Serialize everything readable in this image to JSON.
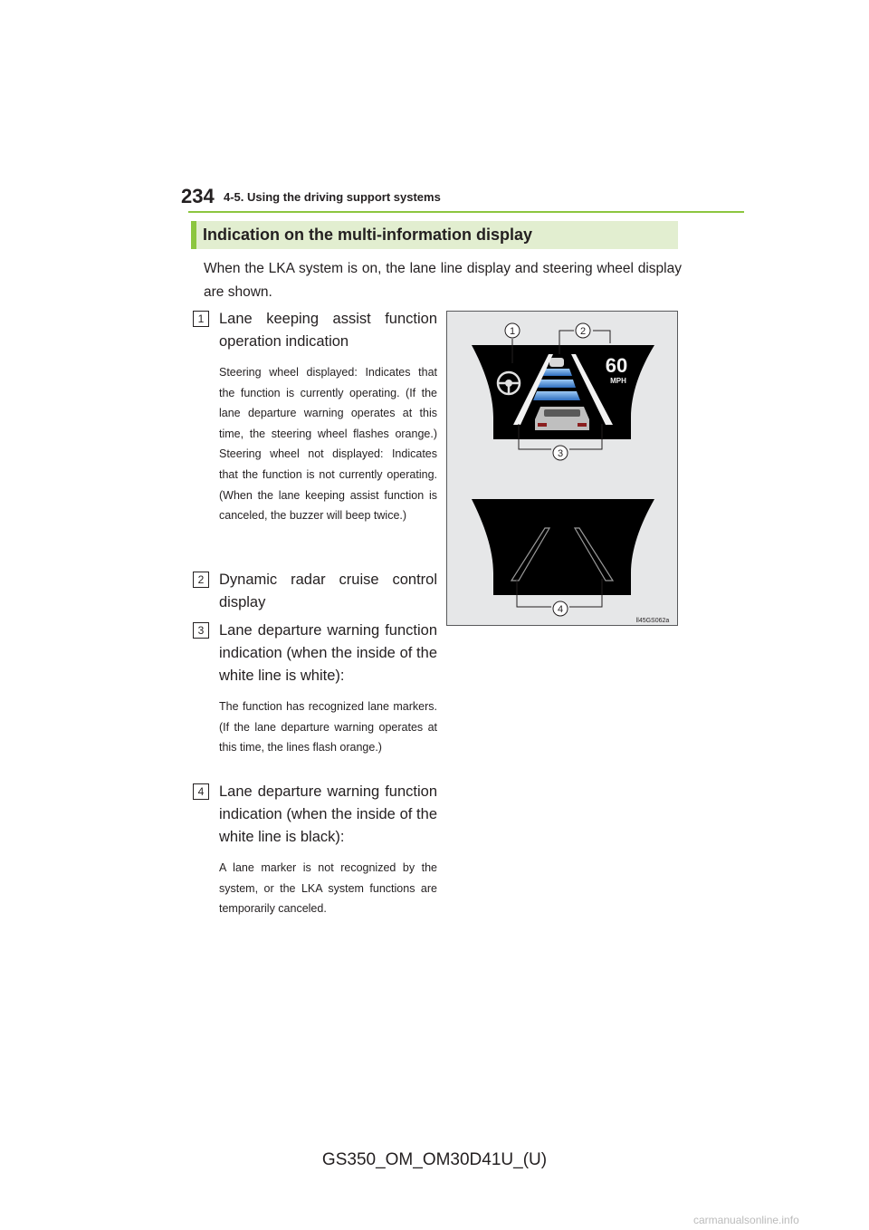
{
  "header": {
    "page_number": "234",
    "chapter": "4-5. Using the driving support systems"
  },
  "section": {
    "title": "Indication on the multi-information display"
  },
  "intro": "When the LKA system is on, the lane line display and steering wheel display are shown.",
  "items": [
    {
      "number": "1",
      "heading": "Lane keeping assist function operation indication",
      "description": "Steering wheel displayed: Indicates that the function is currently operating. (If the lane departure warning operates at this time, the steering wheel flashes orange.) Steering wheel not displayed: Indicates that the function is not currently operating. (When the lane keeping assist function is canceled, the buzzer will beep twice.)"
    },
    {
      "number": "2",
      "heading": "Dynamic radar cruise control display",
      "description": ""
    },
    {
      "number": "3",
      "heading": "Lane departure warning function indication (when the inside of the white line is white):",
      "description": "The function has recognized lane markers. (If the lane departure warning operates at this time, the lines flash orange.)"
    },
    {
      "number": "4",
      "heading": "Lane departure warning function indication (when the inside of the white line is black):",
      "description": "A lane marker is not recognized by the system, or the LKA system functions are temporarily canceled."
    }
  ],
  "figure": {
    "callouts": [
      "1",
      "2",
      "3",
      "4"
    ],
    "speed_value": "60",
    "speed_unit": "MPH",
    "code": "ll45GS062a"
  },
  "footer": {
    "doc_id": "GS350_OM_OM30D41U_(U)"
  },
  "watermark": "carmanualsonline.info",
  "colors": {
    "accent_green": "#8cc63f",
    "section_bg": "#e2eed0",
    "figure_bg": "#e6e7e8",
    "display_bg": "#000000",
    "radar_blue": "#4a8fd8"
  }
}
